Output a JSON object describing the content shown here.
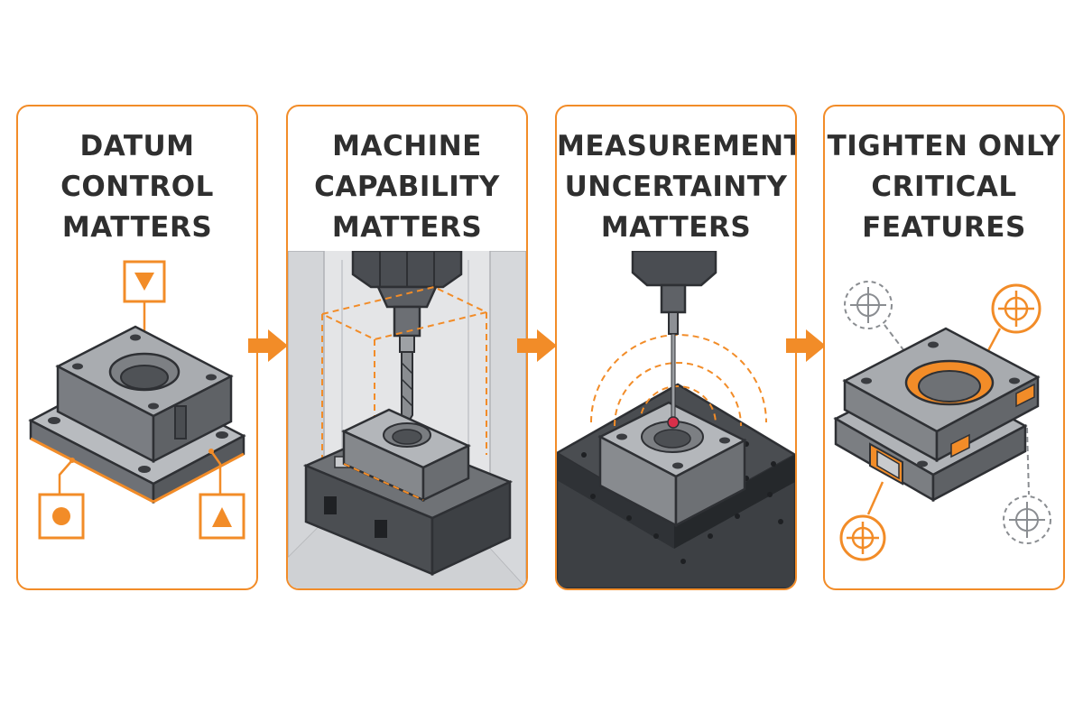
{
  "panels": [
    {
      "title_lines": [
        "DATUM",
        "CONTROL",
        "MATTERS"
      ]
    },
    {
      "title_lines": [
        "MACHINE",
        "CAPABILITY",
        "MATTERS"
      ]
    },
    {
      "title_lines": [
        "MEASUREMENT",
        "UNCERTAINTY",
        "MATTERS"
      ]
    },
    {
      "title_lines": [
        "TIGHTEN ONLY",
        "CRITICAL",
        "FEATURES"
      ]
    }
  ],
  "colors": {
    "accent": "#F28C28",
    "steel": "#8a8d91",
    "steel_dark": "#55585c",
    "outline": "#2e3034",
    "granite": "#3d4044"
  },
  "icons": [
    "datum-triangle-down-icon",
    "datum-circle-icon",
    "datum-triangle-up-icon",
    "crosshair-icon",
    "probe-tip-icon",
    "drill-bit-icon"
  ]
}
